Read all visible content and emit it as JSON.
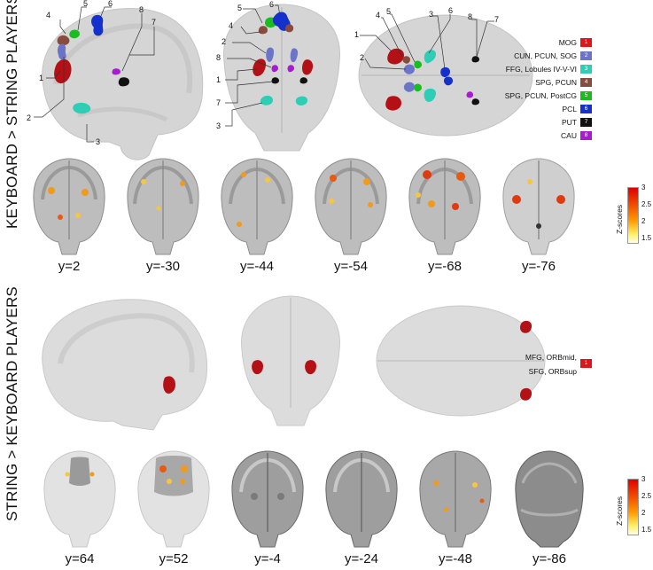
{
  "titles": {
    "top": "KEYBOARD > STRING PLAYERS",
    "bottom": "STRING > KEYBOARD  PLAYERS"
  },
  "legend_top": [
    {
      "label": "MOG",
      "num": "1",
      "color": "#e0151b"
    },
    {
      "label": "CUN, PCUN, SOG",
      "num": "2",
      "color": "#6c74c9"
    },
    {
      "label": "FFG, Lobules IV-V-VI",
      "num": "3",
      "color": "#2ecdb6"
    },
    {
      "label": "SPG, PCUN",
      "num": "4",
      "color": "#8a4b3f"
    },
    {
      "label": "SPG, PCUN, PostCG",
      "num": "5",
      "color": "#18bd1e"
    },
    {
      "label": "PCL",
      "num": "6",
      "color": "#1431cc"
    },
    {
      "label": "PUT",
      "num": "7",
      "color": "#111111"
    },
    {
      "label": "CAU",
      "num": "8",
      "color": "#a81bd0"
    }
  ],
  "legend_bottom": {
    "line1": "MFG, ORBmid,",
    "line2": "SFG, ORBsup",
    "num": "1",
    "color": "#e0151b"
  },
  "slices_top": [
    "y=2",
    "y=-30",
    "y=-44",
    "y=-54",
    "y=-68",
    "y=-76"
  ],
  "slices_bottom": [
    "y=64",
    "y=52",
    "y=-4",
    "y=-24",
    "y=-48",
    "y=-86"
  ],
  "colorbar": {
    "max": "3",
    "mid": "2.5",
    "low": "2",
    "min": "1.5",
    "label": "Z-scores"
  },
  "callouts": {
    "n1": "1",
    "n2": "2",
    "n3": "3",
    "n4": "4",
    "n5": "5",
    "n6": "6",
    "n7": "7",
    "n8": "8"
  }
}
